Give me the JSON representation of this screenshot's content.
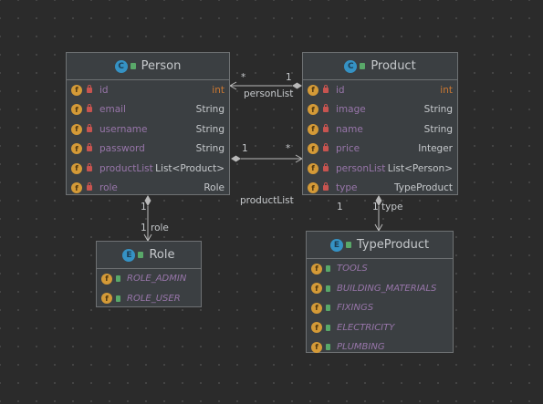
{
  "classes": {
    "person": {
      "name": "Person",
      "fields": [
        {
          "name": "id",
          "type": "int"
        },
        {
          "name": "email",
          "type": "String"
        },
        {
          "name": "username",
          "type": "String"
        },
        {
          "name": "password",
          "type": "String"
        },
        {
          "name": "productList",
          "type": "List<Product>"
        },
        {
          "name": "role",
          "type": "Role"
        }
      ]
    },
    "product": {
      "name": "Product",
      "fields": [
        {
          "name": "id",
          "type": "int"
        },
        {
          "name": "image",
          "type": "String"
        },
        {
          "name": "name",
          "type": "String"
        },
        {
          "name": "price",
          "type": "Integer"
        },
        {
          "name": "personList",
          "type": "List<Person>"
        },
        {
          "name": "type",
          "type": "TypeProduct"
        }
      ]
    },
    "role": {
      "name": "Role",
      "constants": [
        "ROLE_ADMIN",
        "ROLE_USER"
      ]
    },
    "type_product": {
      "name": "TypeProduct",
      "constants": [
        "TOOLS",
        "BUILDING_MATERIALS",
        "FIXINGS",
        "ELECTRICITY",
        "PLUMBING"
      ]
    }
  },
  "icons": {
    "class_badge": "C",
    "enum_badge": "E",
    "field_badge": "f"
  },
  "associations": {
    "person_list": {
      "label": "personList",
      "source_mult": "1",
      "target_mult": "*"
    },
    "product_list": {
      "label": "productList",
      "source_mult": "1",
      "target_mult": "*"
    },
    "role": {
      "label": "role",
      "source_mult": "1",
      "target_mult": "1"
    },
    "type": {
      "label": "type",
      "source_mult": "1",
      "target_mult": "1"
    }
  },
  "colors": {
    "background": "#2b2b2b",
    "box": "#3b3f42",
    "border": "#6e7173",
    "field_name": "#9876aa",
    "keyword_type": "#cc7832",
    "text": "#c6c9cc",
    "edge": "#b9b9b9"
  }
}
